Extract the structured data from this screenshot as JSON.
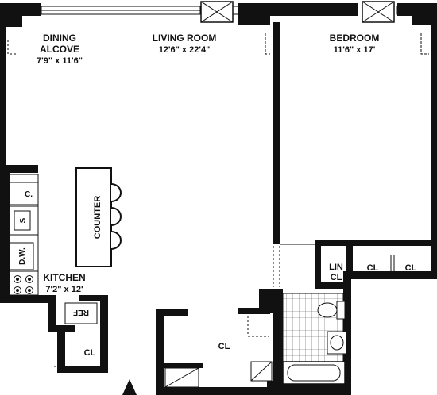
{
  "rooms": {
    "dining": {
      "name_line1": "DINING",
      "name_line2": "ALCOVE",
      "dims": "7'9\" x 11'6\""
    },
    "living": {
      "name": "LIVING ROOM",
      "dims": "12'6\" x 22'4\""
    },
    "bedroom": {
      "name": "BEDROOM",
      "dims": "11'6\" x 17'"
    },
    "kitchen": {
      "name": "KITCHEN",
      "dims": "7'2\" x 12'"
    }
  },
  "fixtures": {
    "counter": "COUNTER",
    "cabinet": "C.",
    "sink": "S",
    "dishwasher": "D.W.",
    "refrigerator": "REF"
  },
  "closets": {
    "linen_line1": "LIN",
    "linen_line2": "CL",
    "bedroom_closet_a": "CL",
    "bedroom_closet_b": "CL",
    "hall_closet": "CL",
    "kitchen_closet": "CL"
  }
}
